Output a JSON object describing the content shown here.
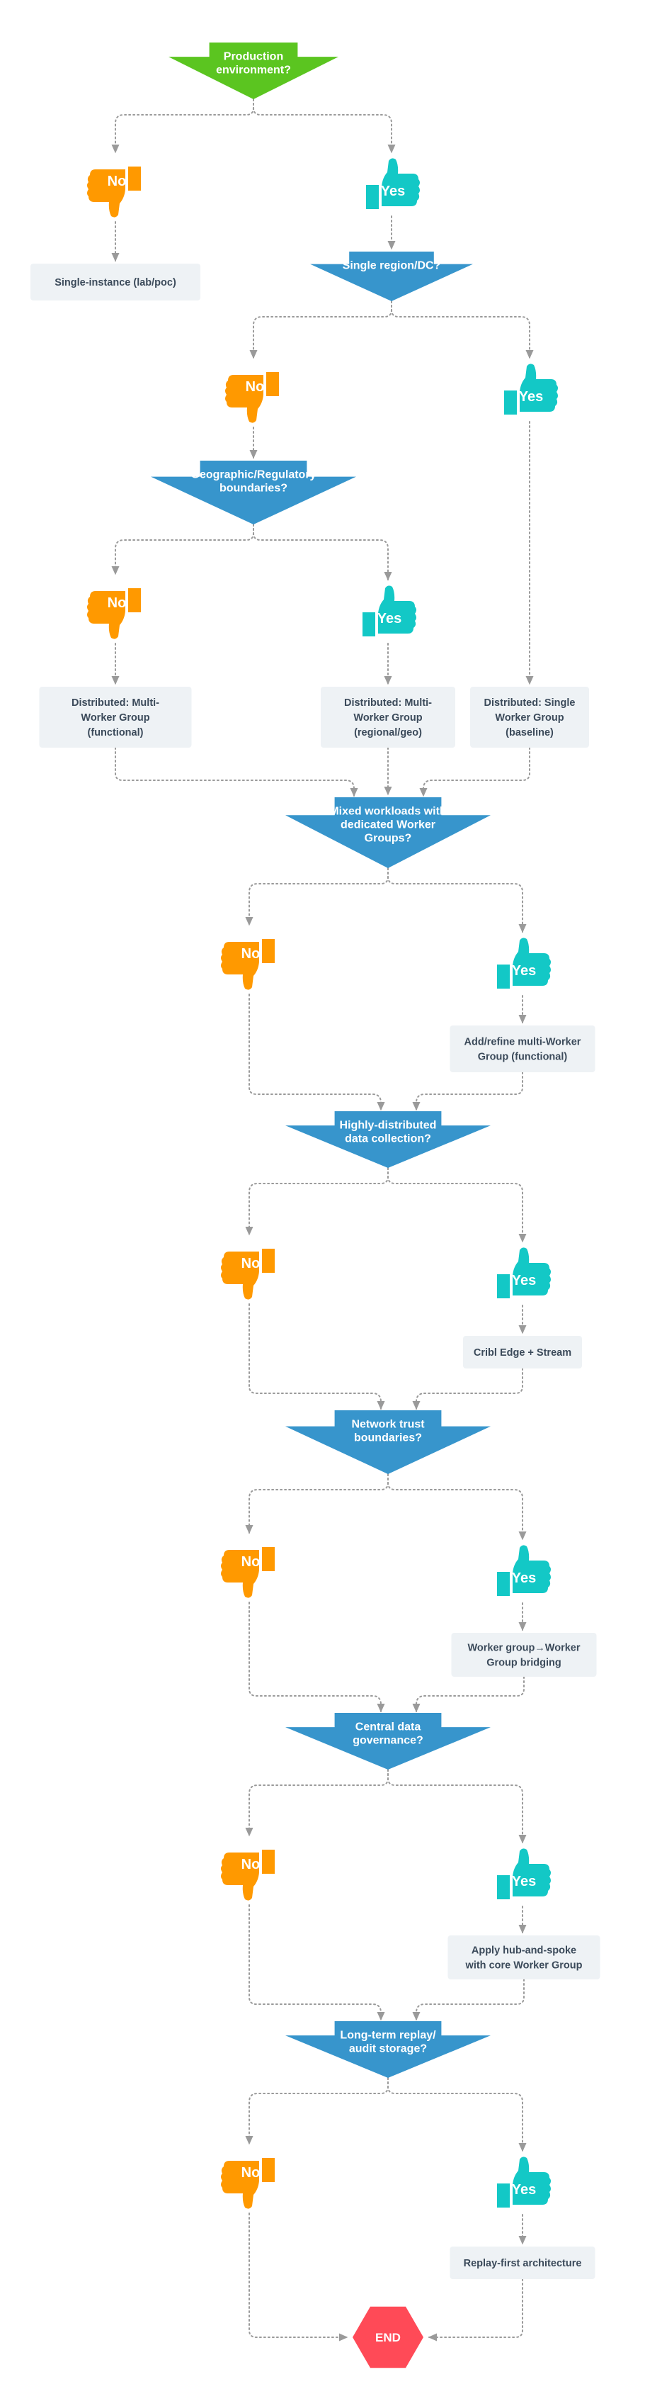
{
  "colors": {
    "start": "#5bc520",
    "decision": "#3795cc",
    "no": "#ff9900",
    "yes": "#13c8c6",
    "end": "#ff4a57",
    "box": "#eef2f5",
    "connector": "#9a9a9a"
  },
  "labels": {
    "yes": "Yes",
    "no": "No"
  },
  "decisions": [
    {
      "id": "d0",
      "lines": [
        "Production",
        "environment?"
      ]
    },
    {
      "id": "d1",
      "lines": [
        "Single region/DC?"
      ]
    },
    {
      "id": "d2",
      "lines": [
        "Geographic/Regulatory",
        "boundaries?"
      ]
    },
    {
      "id": "d3",
      "lines": [
        "Mixed workloads with",
        "dedicated Worker",
        "Groups?"
      ]
    },
    {
      "id": "d4",
      "lines": [
        "Highly-distributed",
        "data collection?"
      ]
    },
    {
      "id": "d5",
      "lines": [
        "Network trust",
        "boundaries?"
      ]
    },
    {
      "id": "d6",
      "lines": [
        "Central data",
        "governance?"
      ]
    },
    {
      "id": "d7",
      "lines": [
        "Long-term replay/",
        "audit storage?"
      ]
    }
  ],
  "outcomes": [
    {
      "id": "b0",
      "lines": [
        "Single-instance (lab/poc)"
      ]
    },
    {
      "id": "b1",
      "lines": [
        "Distributed: Multi-",
        "Worker Group",
        "(functional)"
      ]
    },
    {
      "id": "b2",
      "lines": [
        "Distributed: Multi-",
        "Worker Group",
        "(regional/geo)"
      ]
    },
    {
      "id": "b3",
      "lines": [
        "Distributed: Single",
        "Worker Group",
        "(baseline)"
      ]
    },
    {
      "id": "b4",
      "lines": [
        "Add/refine multi-Worker",
        "Group (functional)"
      ]
    },
    {
      "id": "b5",
      "lines": [
        "Cribl Edge + Stream"
      ]
    },
    {
      "id": "b6",
      "lines": [
        "Worker group→Worker",
        "Group bridging"
      ]
    },
    {
      "id": "b7",
      "lines": [
        "Apply hub-and-spoke",
        "with core Worker Group"
      ]
    },
    {
      "id": "b8",
      "lines": [
        "Replay-first architecture"
      ]
    }
  ],
  "end": {
    "label": "END"
  },
  "icons": {
    "yes": "thumbs-up-icon",
    "no": "thumbs-down-icon",
    "end": "hexagon-icon"
  }
}
